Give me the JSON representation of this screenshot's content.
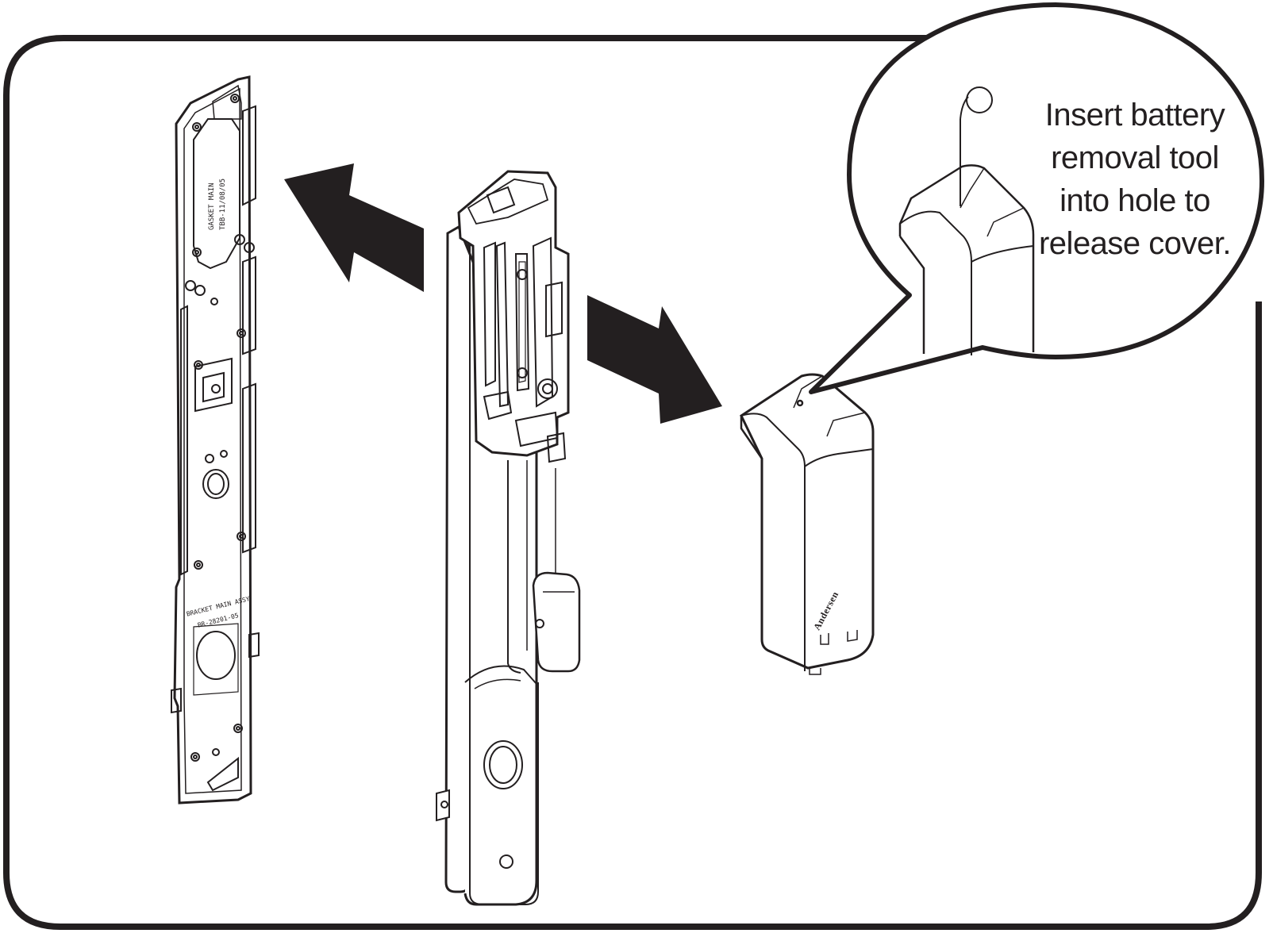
{
  "figure": {
    "callout": {
      "lines": [
        "Insert battery",
        "removal tool",
        "into hole to",
        "release cover."
      ]
    },
    "cover": {
      "brand_text": "Andersen"
    },
    "bracket": {
      "stamp_top_1": "GASKET MAIN",
      "stamp_top_2": "TBB-11/08/05",
      "stamp_bottom_1": "BRACKET MAIN ASSY",
      "stamp_bottom_2": "BR-28201-05"
    },
    "colors": {
      "line": "#231f20",
      "background": "#ffffff"
    },
    "icons": [
      "arrow-left-icon",
      "arrow-right-icon"
    ]
  }
}
